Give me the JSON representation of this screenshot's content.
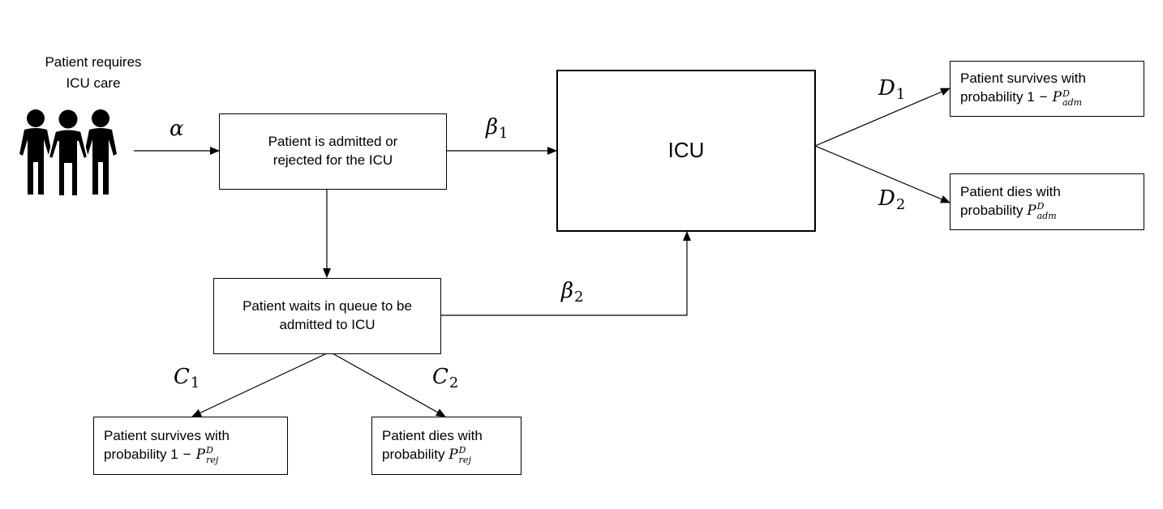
{
  "start_label": [
    "Patient requires",
    "ICU care"
  ],
  "nodes": {
    "decision": [
      "Patient is admitted or",
      "rejected for the ICU"
    ],
    "icu": "ICU",
    "queue": [
      "Patient waits in queue to be",
      "admitted to ICU"
    ],
    "adm_survive": {
      "line1": "Patient survives with",
      "prefix": "probability 1",
      "minus": "−",
      "symbol": "P",
      "sup": "D",
      "sub": "adm"
    },
    "adm_die": {
      "line1": "Patient dies with",
      "prefix": "probability ",
      "symbol": "P",
      "sup": "D",
      "sub": "adm"
    },
    "rej_survive": {
      "line1": "Patient survives with",
      "prefix": "probability 1",
      "minus": "−",
      "symbol": "P",
      "sup": "D",
      "sub": "rej"
    },
    "rej_die": {
      "line1": "Patient dies with",
      "prefix": "probability ",
      "symbol": "P",
      "sup": "D",
      "sub": "rej"
    }
  },
  "edges": {
    "alpha": {
      "sym": "α"
    },
    "beta1": {
      "sym": "β",
      "sub": "1"
    },
    "beta2": {
      "sym": "β",
      "sub": "2"
    },
    "d1": {
      "sym": "D",
      "sub": "1"
    },
    "d2": {
      "sym": "D",
      "sub": "2"
    },
    "c1": {
      "sym": "C",
      "sub": "1"
    },
    "c2": {
      "sym": "C",
      "sub": "2"
    }
  },
  "icons": {
    "people": "people-group-icon"
  },
  "colors": {
    "stroke": "#000000",
    "background": "#ffffff"
  }
}
